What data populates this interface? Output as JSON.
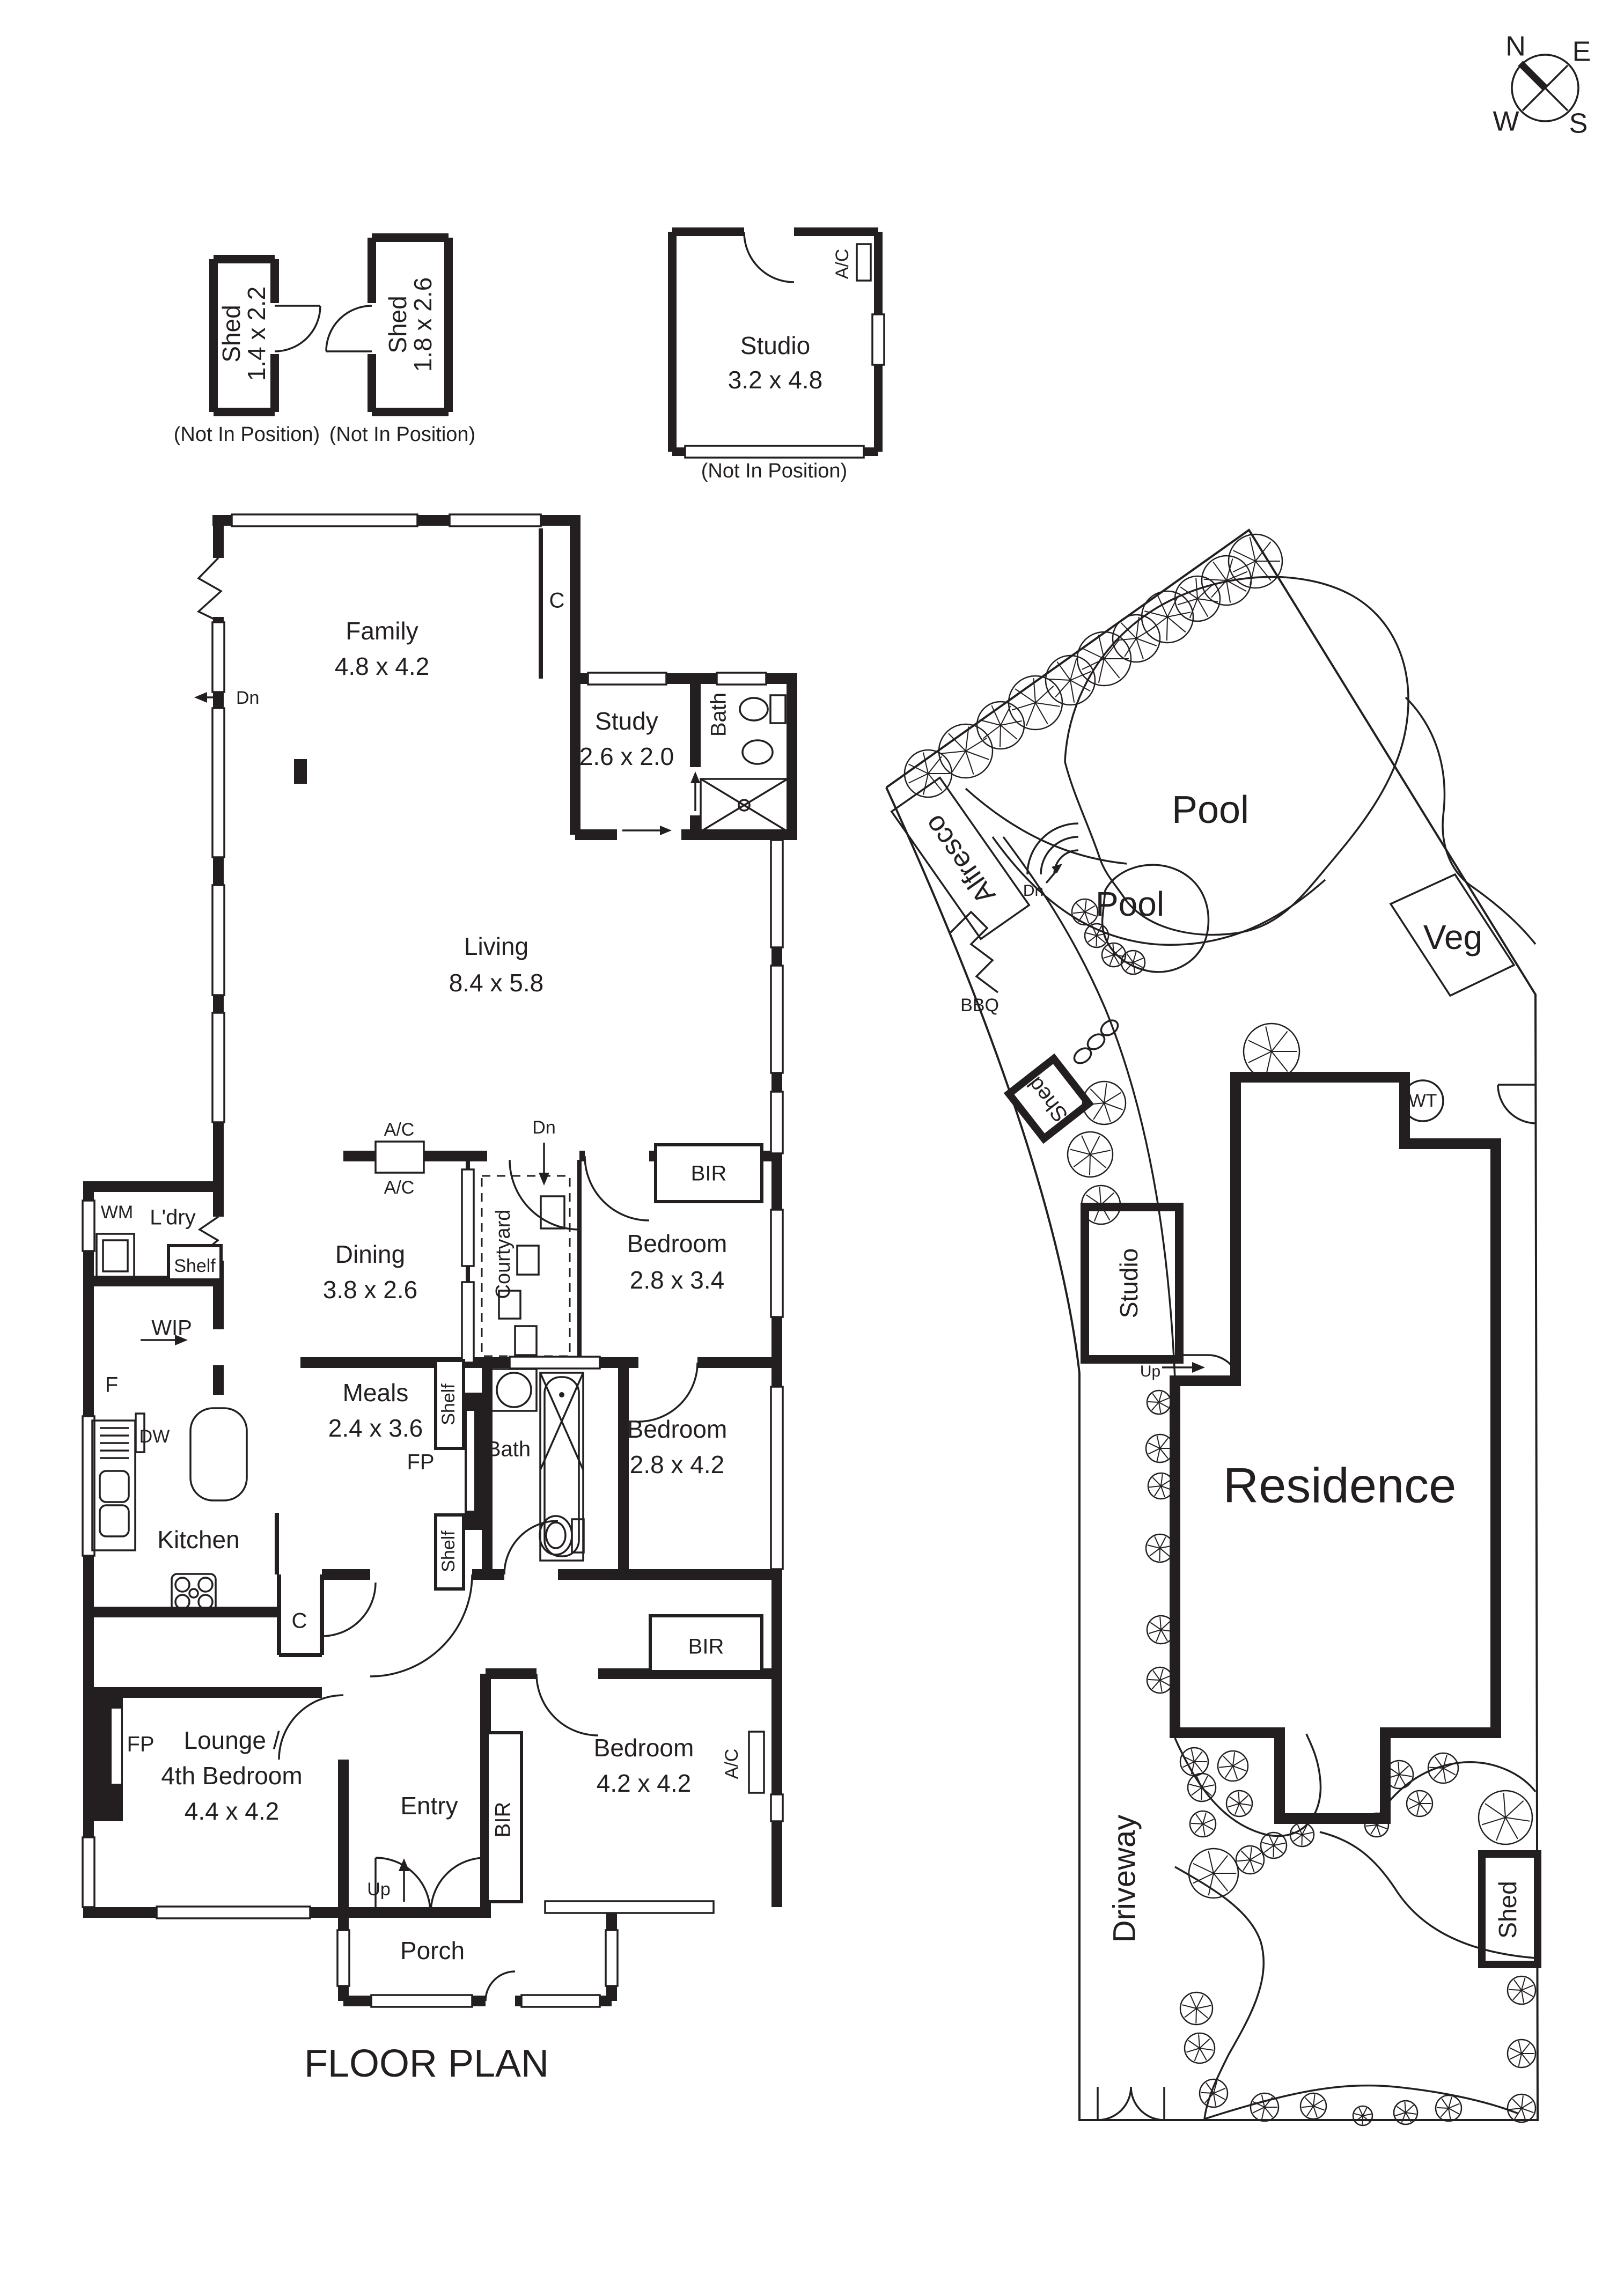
{
  "meta": {
    "caption": "FLOOR PLAN"
  },
  "compass": {
    "n": "N",
    "e": "E",
    "s": "S",
    "w": "W"
  },
  "labels": {
    "shed": "Shed",
    "studio": "Studio",
    "not_in_position": "(Not In Position)",
    "ac": "A/C",
    "dn": "Dn",
    "up": "Up",
    "c": "C",
    "bir": "BIR",
    "wm": "WM",
    "shelf": "Shelf",
    "wip": "WIP",
    "f": "F",
    "dw": "DW",
    "fp": "FP",
    "bath": "Bath",
    "pool": "Pool",
    "alfresco": "Alfresco",
    "bbq": "BBQ",
    "veg": "Veg",
    "wt": "WT",
    "residence": "Residence",
    "driveway": "Driveway"
  },
  "outbuildings": {
    "shed1_size": "1.4 x 2.2",
    "shed2_size": "1.8 x 2.6",
    "studio_size": "3.2 x 4.8"
  },
  "rooms": {
    "family": "Family",
    "family_size": "4.8 x 4.2",
    "study": "Study",
    "study_size": "2.6 x 2.0",
    "living": "Living",
    "living_size": "8.4 x 5.8",
    "dining": "Dining",
    "dining_size": "3.8 x 2.6",
    "meals": "Meals",
    "meals_size": "2.4 x 3.6",
    "kitchen": "Kitchen",
    "laundry": "L'dry",
    "courtyard": "Courtyard",
    "bedroom": "Bedroom",
    "bed1_size": "2.8 x 3.4",
    "bed2_size": "2.8 x 4.2",
    "bed3_size": "4.2 x 4.2",
    "lounge_line1": "Lounge /",
    "lounge_line2": "4th Bedroom",
    "lounge_size": "4.4 x 4.2",
    "entry": "Entry",
    "porch": "Porch"
  },
  "colors": {
    "ink": "#231f20",
    "paper": "#ffffff"
  },
  "decor": {
    "trees": [
      [
        1730,
        1442,
        44
      ],
      [
        1800,
        1400,
        50
      ],
      [
        1865,
        1352,
        44
      ],
      [
        1930,
        1310,
        50
      ],
      [
        1995,
        1268,
        46
      ],
      [
        2058,
        1228,
        50
      ],
      [
        2118,
        1190,
        44
      ],
      [
        2176,
        1150,
        48
      ],
      [
        2232,
        1116,
        42
      ],
      [
        2286,
        1082,
        46
      ],
      [
        2340,
        1046,
        50
      ],
      [
        2022,
        1700,
        24
      ],
      [
        2044,
        1744,
        22
      ],
      [
        2076,
        1780,
        22
      ],
      [
        2112,
        1794,
        22
      ],
      [
        2370,
        1960,
        52
      ],
      [
        2058,
        2056,
        40
      ],
      [
        2032,
        2152,
        42
      ],
      [
        2052,
        2246,
        36
      ],
      [
        2160,
        2614,
        22
      ],
      [
        2162,
        2700,
        26
      ],
      [
        2164,
        2770,
        24
      ],
      [
        2162,
        2886,
        26
      ],
      [
        2164,
        3038,
        26
      ],
      [
        2162,
        3132,
        24
      ],
      [
        2226,
        3284,
        26
      ],
      [
        2298,
        3292,
        28
      ],
      [
        2240,
        3332,
        26
      ],
      [
        2310,
        3362,
        24
      ],
      [
        2242,
        3400,
        24
      ],
      [
        2262,
        3492,
        46
      ],
      [
        2330,
        3467,
        26
      ],
      [
        2374,
        3440,
        24
      ],
      [
        2608,
        3308,
        26
      ],
      [
        2690,
        3296,
        28
      ],
      [
        2646,
        3362,
        24
      ],
      [
        2566,
        3402,
        22
      ],
      [
        2427,
        3420,
        22
      ],
      [
        2806,
        3388,
        50
      ],
      [
        2836,
        3710,
        26
      ],
      [
        2836,
        3828,
        26
      ],
      [
        2836,
        3930,
        26
      ],
      [
        2230,
        3744,
        30
      ],
      [
        2236,
        3818,
        28
      ],
      [
        2262,
        3902,
        26
      ],
      [
        2357,
        3928,
        26
      ],
      [
        2448,
        3926,
        24
      ],
      [
        2540,
        3944,
        18
      ],
      [
        2620,
        3938,
        22
      ],
      [
        2700,
        3930,
        24
      ]
    ]
  }
}
